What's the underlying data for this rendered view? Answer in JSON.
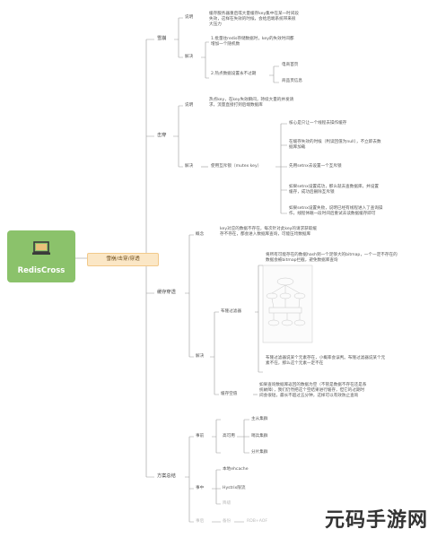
{
  "root": {
    "label": "RedisCross",
    "icon": "laptop-icon",
    "color": "#8bc26b"
  },
  "branch": {
    "label": "雪崩/击穿/穿透"
  },
  "avalanche": {
    "title": "雪崩",
    "desc_label": "说明",
    "desc": "缓存服务器重启或大量缓存key集中在某一时间段失效，这样在失效的时候，会给后端系统带来很大压力",
    "solve_label": "解决",
    "solution1": "1.批量往redis存储数据时，key的失效时间都增加一个随机数",
    "solution2": "2.热点数据设置永不过期",
    "hot1": "电商首页",
    "hot2": "商品页信息"
  },
  "breakdown": {
    "title": "击穿",
    "desc_label": "说明",
    "desc": "热点key，在key失效瞬间，持续大量的并发请求，流量直接打到后端数据库",
    "solve_label": "解决",
    "method": "使用互斥锁（mutex key）",
    "step1": "核心是只让一个线程去操作缓存",
    "step2": "在缓存失效的时候（判读回值为null），不立即去数据库加载",
    "step3": "先用setnx去设置一个互斥锁",
    "step4": "如果setnx设置成功，那么就去查数据库，并设置缓存，成功后删除互斥锁",
    "step5": "如果setnx设置失败，说明已经有线程进入了查询操作，线程休眠一段时间后重试去读数据缓存即可"
  },
  "penetration": {
    "title": "缓存穿透",
    "concept_label": "概念",
    "concept": "key对应的数据不存在，每次针对此key的请求获取缓存不存在，都会进入数据库查询，可能压垮数据库",
    "solve_label": "解决",
    "bloom_label": "布隆过滤器",
    "bloom1": "将所有可能存在的数据hash到一个足够大的bitmap，一个一定不存在的数据会被bitmap拦截，避免数据库查询",
    "bloom2": "布隆过滤器说某个元素存在，小概率会误判。布隆过滤器说某个元素不在，那么这个元素一定不在",
    "empty_label": "缓存空值",
    "empty": "如果查询数据库返回的数据为空（不管是数据不存在还是系统故障），我们仍然把这个空结果进行缓存，但它的过期时间会很短，最长不超过五分钟，这样可以有效防止查询"
  },
  "plan": {
    "title": "方案总结",
    "before_label": "事前",
    "ha_label": "高可用",
    "ha1": "主从集群",
    "ha2": "哨兵集群",
    "ha3": "分片集群",
    "during_label": "事中",
    "d1": "本地ehcache",
    "d2": "Hystrix限流",
    "d3": "降级",
    "after_label": "事后",
    "a1": "备份",
    "a2": "RDB+AOF"
  },
  "watermark": "元码手游网"
}
